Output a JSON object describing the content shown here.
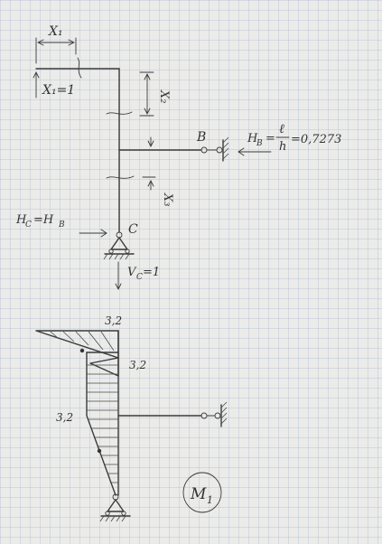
{
  "labels": {
    "x1_top": "X₁",
    "x1_eq": "X₁=1",
    "x2": "X₂",
    "x3": "X₃",
    "node_b": "B",
    "hb_lhs": "H",
    "hb_sub": "B",
    "hb_eq": "=",
    "hb_num": "ℓ",
    "hb_den": "h",
    "hb_val": "=0,7273",
    "hc_lhs": "H",
    "hc_sub": "C",
    "hc_mid": "=H",
    "hc_sub2": "B",
    "node_c": "C",
    "vc_lhs": "V",
    "vc_sub": "C",
    "vc_val": "=1",
    "m_top": "3,2",
    "m_right": "3,2",
    "m_left": "3,2",
    "m_name": "M",
    "m_sub": "1"
  }
}
